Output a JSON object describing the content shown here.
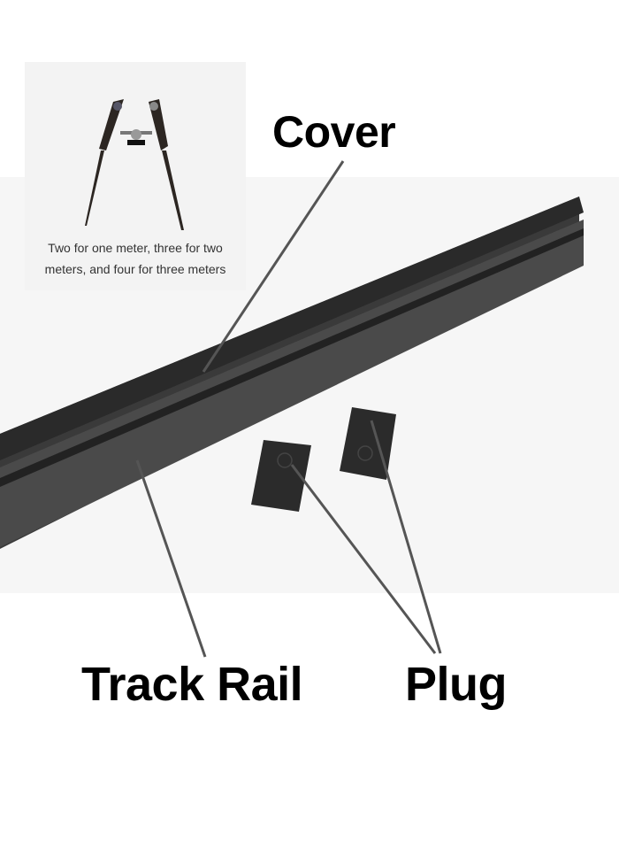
{
  "inset": {
    "caption_line1": "Two for one meter, three for two",
    "caption_line2": "meters, and four for three meters"
  },
  "labels": {
    "cover": "Cover",
    "track_rail": "Track Rail",
    "plug": "Plug"
  },
  "colors": {
    "rail": "#2f2f2f",
    "rail_top": "#3a3a3a",
    "rail_side": "#4a4a4a",
    "plug": "#2b2b2b",
    "leader_line": "#555555",
    "label_text": "#000000"
  }
}
